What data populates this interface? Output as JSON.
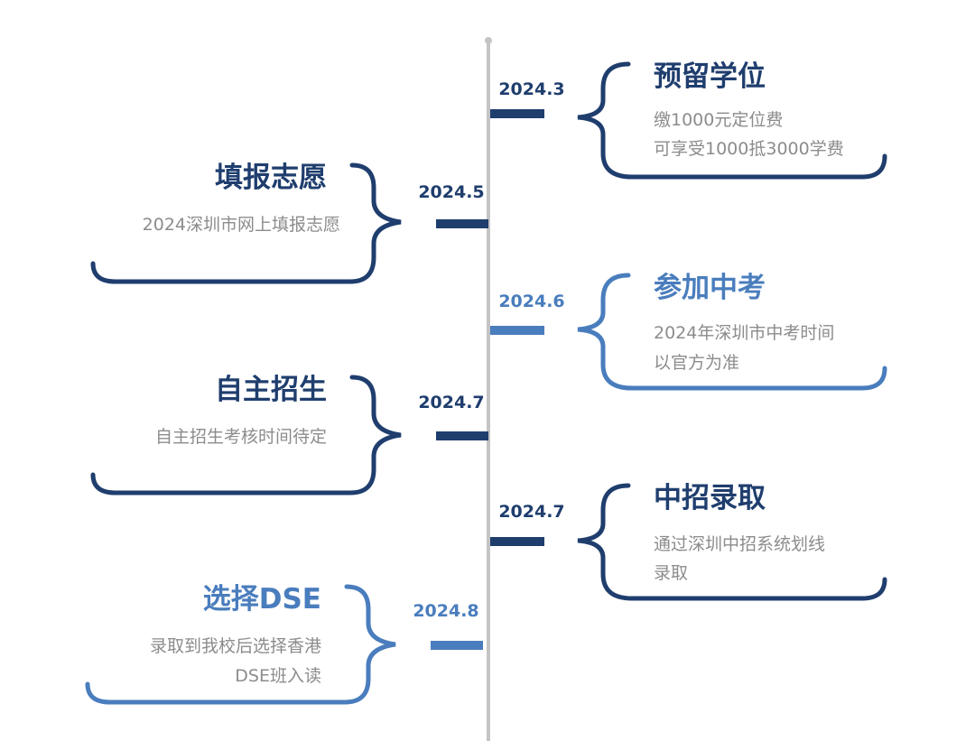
{
  "colors": {
    "dark": "#1f3e6e",
    "light": "#4a7dbd",
    "text_gray": "#8c8c8c",
    "axis": "#c4c4c4"
  },
  "events": [
    {
      "date": "2024.3",
      "title": "预留学位",
      "lines": [
        "缴1000元定位费",
        "可享受1000抵3000学费"
      ],
      "tone": "dark"
    },
    {
      "date": "2024.5",
      "title": "填报志愿",
      "lines": [
        "2024深圳市网上填报志愿"
      ],
      "tone": "dark"
    },
    {
      "date": "2024.6",
      "title": "参加中考",
      "lines": [
        "2024年深圳市中考时间",
        "以官方为准"
      ],
      "tone": "light"
    },
    {
      "date": "2024.7",
      "title": "自主招生",
      "lines": [
        "自主招生考核时间待定"
      ],
      "tone": "dark"
    },
    {
      "date": "2024.7",
      "title": "中招录取",
      "lines": [
        "通过深圳中招系统划线",
        "录取"
      ],
      "tone": "dark"
    },
    {
      "date": "2024.8",
      "title": "选择DSE",
      "lines": [
        "录取到我校后选择香港",
        "DSE班入读"
      ],
      "tone": "light"
    }
  ]
}
